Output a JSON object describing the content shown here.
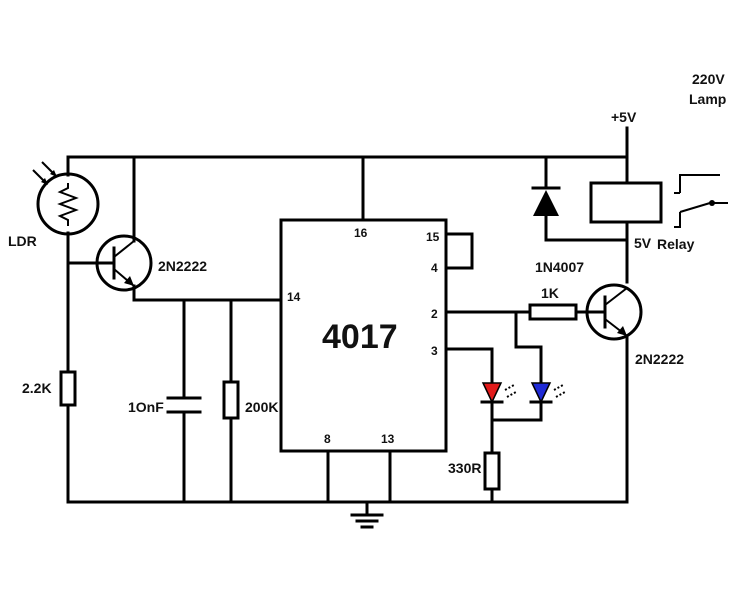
{
  "labels": {
    "ldr": "LDR",
    "q1": "2N2222",
    "q2": "2N2222",
    "r_22k": "2.2K",
    "c_10nf": "1OnF",
    "r_200k": "200K",
    "ic": "4017",
    "diode": "1N4007",
    "r_1k": "1K",
    "r_330": "330R",
    "relay": "Relay",
    "relay_v": "5V",
    "supply": "+5V",
    "lamp_line1": "220V",
    "lamp_line2": "Lamp"
  },
  "pins": {
    "p16": "16",
    "p15": "15",
    "p4": "4",
    "p14": "14",
    "p2": "2",
    "p3": "3",
    "p8": "8",
    "p13": "13"
  },
  "colors": {
    "led_red": "#e11a1a",
    "led_blue": "#1f2ad6",
    "wire": "#000000"
  }
}
